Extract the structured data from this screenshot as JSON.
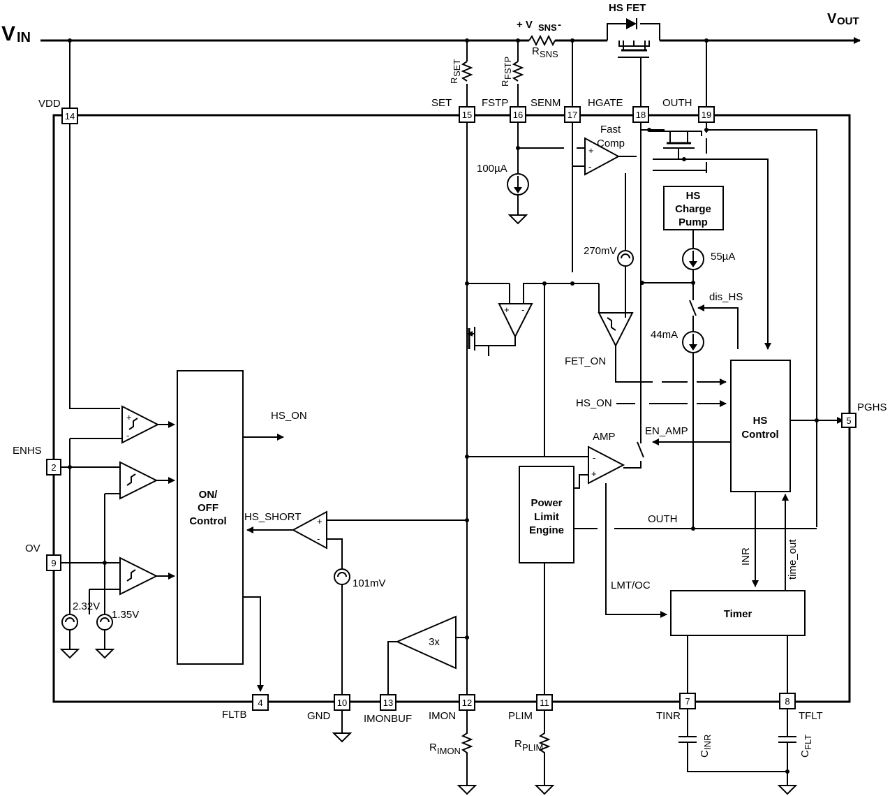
{
  "vin": {
    "main": "V",
    "sub": "IN"
  },
  "vout": {
    "main": "V",
    "sub": "OUT"
  },
  "vsns": {
    "plus": "+ V",
    "sub": "SNS",
    "minus": "-"
  },
  "rsns": {
    "main": "R",
    "sub": "SNS"
  },
  "hs_fet": "HS FET",
  "rset": {
    "main": "R",
    "sub": "SET"
  },
  "rfstp": {
    "main": "R",
    "sub": "FSTP"
  },
  "rimon": {
    "main": "R",
    "sub": "IMON"
  },
  "rplim": {
    "main": "R",
    "sub": "PLIM"
  },
  "cinr": {
    "main": "C",
    "sub": "INR"
  },
  "cflt": {
    "main": "C",
    "sub": "FLT"
  },
  "pins": {
    "p14": {
      "num": "14",
      "name": "VDD"
    },
    "p15": {
      "num": "15",
      "name": "SET"
    },
    "p16": {
      "num": "16",
      "name": "FSTP"
    },
    "p17": {
      "num": "17",
      "name": "SENM"
    },
    "p18": {
      "num": "18",
      "name": "HGATE"
    },
    "p19": {
      "num": "19",
      "name": "OUTH"
    },
    "p2": {
      "num": "2",
      "name": "ENHS"
    },
    "p9": {
      "num": "9",
      "name": "OV"
    },
    "p5": {
      "num": "5",
      "name": "PGHS"
    },
    "p4": {
      "num": "4",
      "name": "FLTB"
    },
    "p10": {
      "num": "10",
      "name": "GND"
    },
    "p13": {
      "num": "13",
      "name": "IMONBUF"
    },
    "p12": {
      "num": "12",
      "name": "IMON"
    },
    "p11": {
      "num": "11",
      "name": "PLIM"
    },
    "p7": {
      "num": "7",
      "name": "TINR"
    },
    "p8": {
      "num": "8",
      "name": "TFLT"
    }
  },
  "blocks": {
    "onoff": [
      "ON/",
      "OFF",
      "Control"
    ],
    "charge_pump": [
      "HS",
      "Charge",
      "Pump"
    ],
    "hs_control": [
      "HS",
      "Control"
    ],
    "power_limit": [
      "Power",
      "Limit",
      "Engine"
    ],
    "timer": "Timer",
    "amp3x": "3x"
  },
  "labels": {
    "fast_comp": [
      "Fast",
      "Comp"
    ],
    "i100": "100µA",
    "v270": "270mV",
    "i55": "55µA",
    "dis_hs": "dis_HS",
    "i44": "44mA",
    "fet_on": "FET_ON",
    "hs_on_in": "HS_ON",
    "hs_on_out": "HS_ON",
    "amp": "AMP",
    "en_amp": "EN_AMP",
    "hs_short": "HS_SHORT",
    "v101": "101mV",
    "outh_int": "OUTH",
    "lmt_oc": "LMT/OC",
    "inr": "INR",
    "time_out": "time_out",
    "v232": "2.32V",
    "v135": "1.35V",
    "plus": "+",
    "minus": "-"
  }
}
